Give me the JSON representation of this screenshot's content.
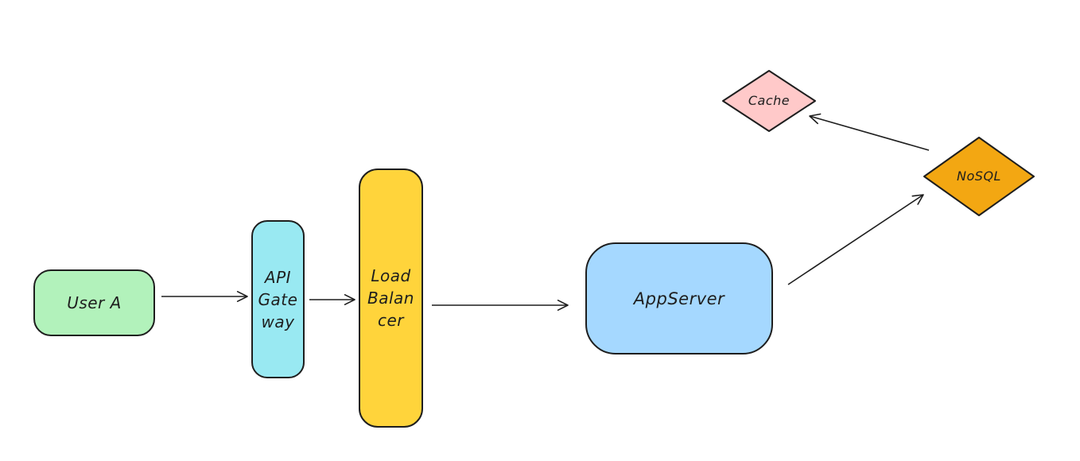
{
  "diagram": {
    "background": "#ffffff",
    "stroke_color": "#1e1e1e",
    "nodes": {
      "user_a": {
        "label": "User A",
        "shape": "rectangle",
        "color": "#b2f2bb"
      },
      "api_gateway": {
        "lines": [
          "API",
          "Gate",
          "way"
        ],
        "shape": "rectangle",
        "color": "#99e9f2"
      },
      "load_balancer": {
        "lines": [
          "Load",
          "Balan",
          "cer"
        ],
        "shape": "rectangle",
        "color": "#ffd43b"
      },
      "app_server": {
        "label": "AppServer",
        "shape": "rectangle",
        "color": "#a5d8ff"
      },
      "cache": {
        "label": "Cache",
        "shape": "diamond",
        "color": "#ffc9c9"
      },
      "nosql": {
        "label": "NoSQL",
        "shape": "diamond",
        "color": "#f3a712"
      }
    },
    "edges": [
      {
        "from": "user_a",
        "to": "api_gateway"
      },
      {
        "from": "api_gateway",
        "to": "load_balancer"
      },
      {
        "from": "load_balancer",
        "to": "app_server"
      },
      {
        "from": "app_server",
        "to": "nosql"
      },
      {
        "from": "nosql",
        "to": "cache"
      }
    ]
  }
}
